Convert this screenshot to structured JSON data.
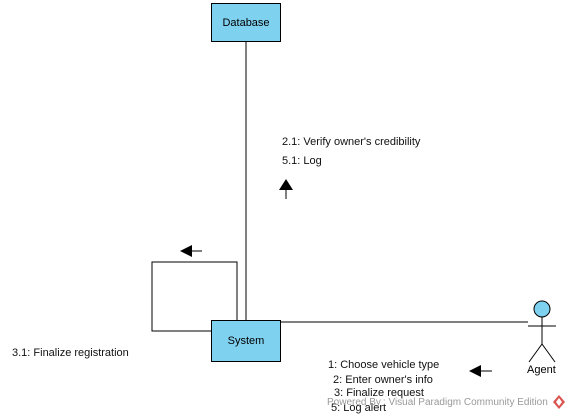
{
  "diagram": {
    "objects": [
      {
        "id": "database",
        "label": "Database"
      },
      {
        "id": "system",
        "label": "System"
      }
    ],
    "actor": {
      "label": "Agent"
    },
    "messages": {
      "database_link": [
        "2.1: Verify owner's credibility",
        "5.1: Log"
      ],
      "self_link": [
        "3.1: Finalize registration"
      ],
      "actor_link": [
        "1: Choose vehicle type",
        "2: Enter owner's info",
        "3: Finalize request",
        "5: Log alert"
      ]
    },
    "colors": {
      "object_fill": "#7fd1f0",
      "actor_fill": "#7fd1f0",
      "line": "#000000",
      "logo": "#d9534f"
    },
    "watermark": "Powered By : Visual Paradigm Community Edition"
  }
}
